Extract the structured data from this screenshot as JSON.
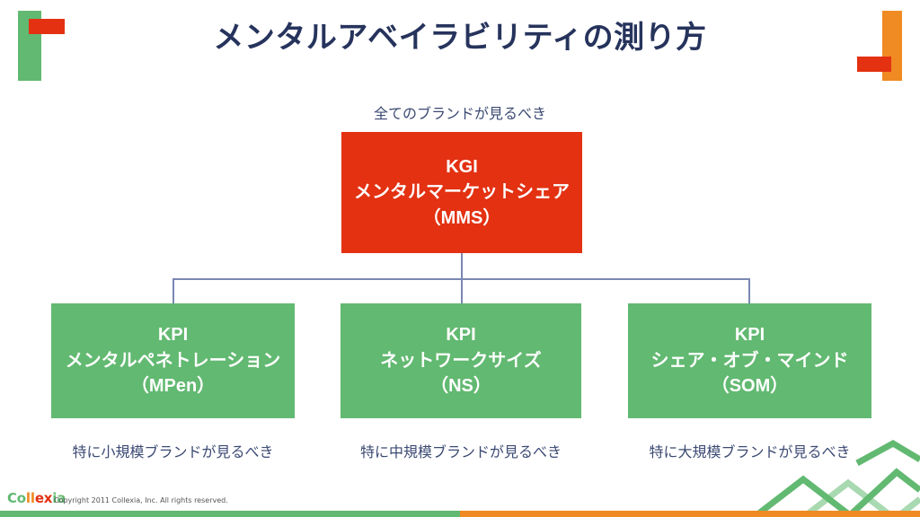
{
  "slide": {
    "title": "メンタルアベイラビリティの測り方",
    "top_caption": "全てのブランドが見るべき",
    "title_color": "#26335C",
    "caption_color": "#3C4A73"
  },
  "kgi": {
    "line1": "KGI",
    "line2": "メンタルマーケットシェア",
    "line3": "（MMS）",
    "color": "#E33112"
  },
  "kpis": [
    {
      "line1": "KPI",
      "line2": "メンタルペネトレーション",
      "line3": "（MPen）",
      "caption": "特に小規模ブランドが見るべき",
      "color": "#62B971"
    },
    {
      "line1": "KPI",
      "line2": "ネットワークサイズ",
      "line3": "（NS）",
      "caption": "特に中規模ブランドが見るべき",
      "color": "#62B971"
    },
    {
      "line1": "KPI",
      "line2": "シェア・オブ・マインド",
      "line3": "（SOM）",
      "caption": "特に大規模ブランドが見るべき",
      "color": "#62B971"
    }
  ],
  "footer": {
    "logo_part1": "Co",
    "logo_part2": "ll",
    "logo_part3": "ex",
    "logo_part4": "ia",
    "copyright": "Copyright 2011 Collexia, Inc. All rights reserved.",
    "bar_left_color": "#62B971",
    "bar_right_color": "#F08A22"
  },
  "decor": {
    "top_left_vertical_color": "#62B971",
    "top_left_horizontal_color": "#E33112",
    "top_right_vertical_color": "#F08A22",
    "top_right_horizontal_color": "#E33112",
    "chevron_color": "#62B971",
    "connector_color": "#7B87B3"
  }
}
